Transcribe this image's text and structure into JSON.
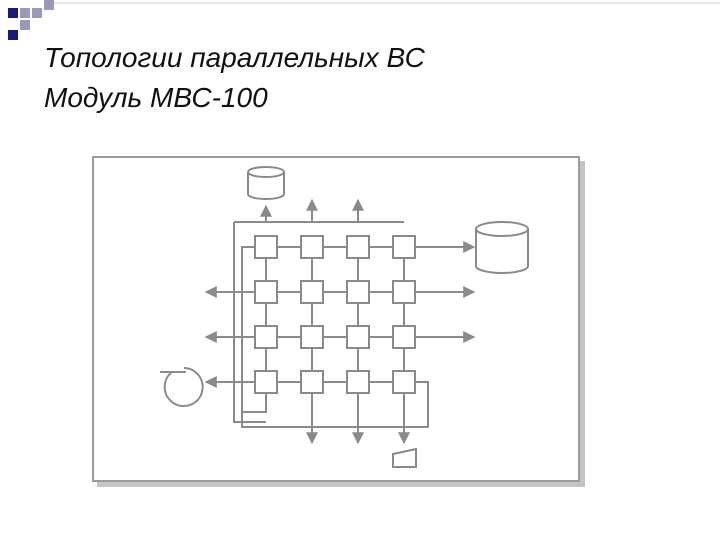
{
  "slide": {
    "title_line1": "Топологии параллельных ВС",
    "title_line2": "Модуль МВС-100"
  },
  "diagram": {
    "grid": {
      "rows": 4,
      "cols": 4
    },
    "line_color": "#8a8a8a",
    "frame_color": "#9a9a9a",
    "node_fill": "#ffffff"
  },
  "decoration": {
    "square_dark": "#1a1a7a",
    "square_light": "#9a9ab8"
  }
}
